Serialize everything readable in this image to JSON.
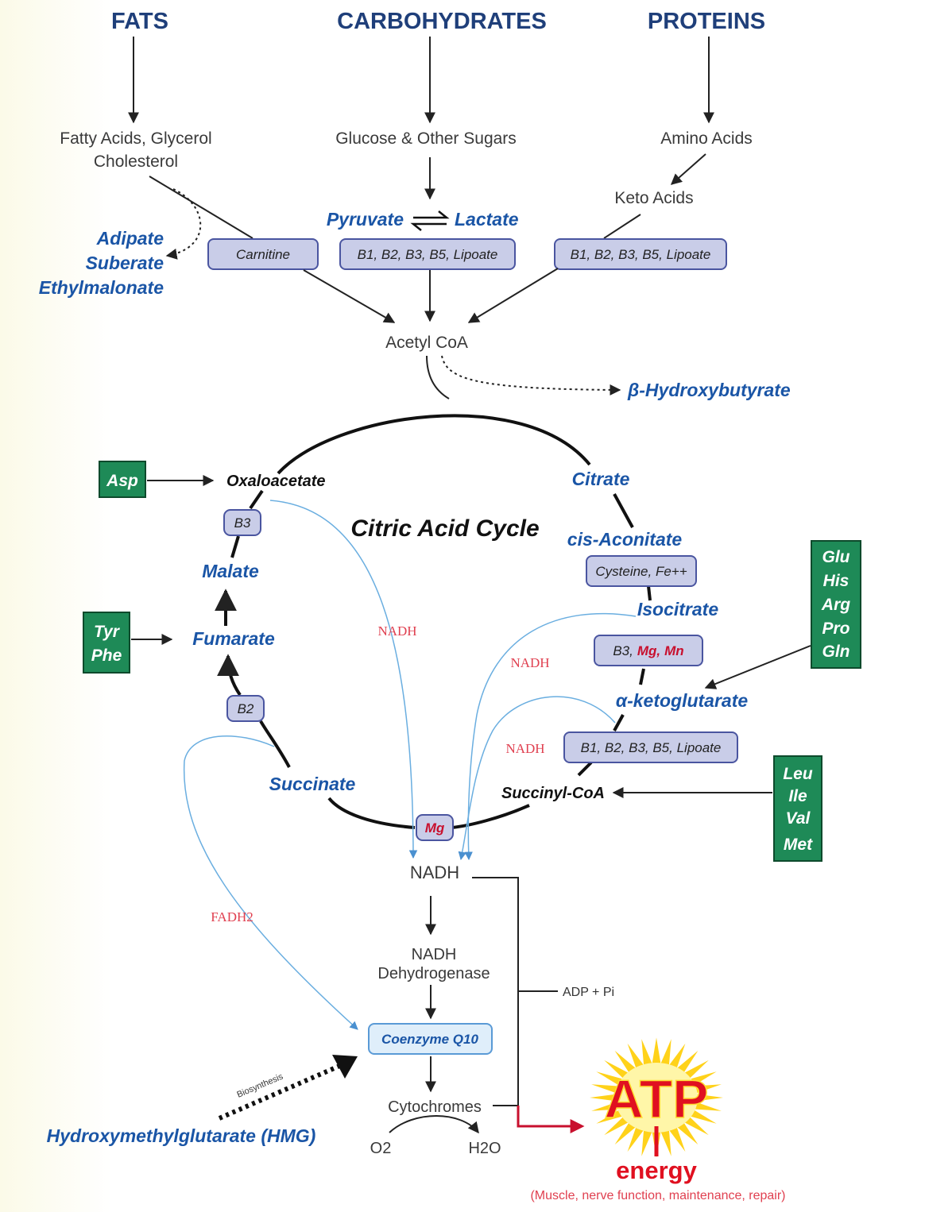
{
  "headers": {
    "fats": "FATS",
    "carbohydrates": "CARBOHYDRATES",
    "proteins": "PROTEINS"
  },
  "sources": {
    "fatty_acids_line1": "Fatty Acids, Glycerol",
    "fatty_acids_line2": "Cholesterol",
    "glucose": "Glucose & Other Sugars",
    "amino_acids": "Amino Acids",
    "keto_acids": "Keto Acids"
  },
  "organic_acids": {
    "adipate": "Adipate",
    "suberate": "Suberate",
    "ethylmalonate": "Ethylmalonate",
    "pyruvate": "Pyruvate",
    "lactate": "Lactate",
    "hydroxybutyrate": "β-Hydroxybutyrate",
    "hmg": "Hydroxymethylglutarate (HMG)"
  },
  "cofactors": {
    "carnitine": "Carnitine",
    "b_lipoate_carb": "B1, B2, B3, B5, Lipoate",
    "b_lipoate_protein": "B1, B2, B3, B5, Lipoate",
    "b3": "B3",
    "b2": "B2",
    "cysteine_fe": "Cysteine, Fe++",
    "b3_mg_mn_b3": "B3,",
    "b3_mg_mn_mg": "Mg,",
    "b3_mg_mn_mn": "Mn",
    "b_lipoate_akg": "B1, B2, B3, B5, Lipoate",
    "mg": "Mg",
    "coenzyme_q10": "Coenzyme Q10"
  },
  "acetyl_coa": "Acetyl CoA",
  "cycle": {
    "title": "Citric Acid Cycle",
    "oxaloacetate": "Oxaloacetate",
    "citrate": "Citrate",
    "cis_aconitate": "cis-Aconitate",
    "isocitrate": "Isocitrate",
    "a_ketoglutarate": "α-ketoglutarate",
    "succinyl_coa": "Succinyl-CoA",
    "succinate": "Succinate",
    "fumarate": "Fumarate",
    "malate": "Malate"
  },
  "amino_acid_inputs": {
    "asp": "Asp",
    "tyr": "Tyr",
    "phe": "Phe",
    "glu_group": [
      "Glu",
      "His",
      "Arg",
      "Pro",
      "Gln"
    ],
    "leu_group": [
      "Leu",
      "Ile",
      "Val",
      "Met"
    ]
  },
  "electron_labels": {
    "nadh_1": "NADH",
    "nadh_2": "NADH",
    "nadh_3": "NADH",
    "fadh2": "FADH2"
  },
  "etc": {
    "nadh": "NADH",
    "nadh_dehydrogenase_line1": "NADH",
    "nadh_dehydrogenase_line2": "Dehydrogenase",
    "adp_pi": "ADP + Pi",
    "biosynthesis": "Biosynthesis",
    "cytochromes": "Cytochromes",
    "o2": "O2",
    "h2o": "H2O"
  },
  "output": {
    "atp": "ATP",
    "energy": "energy",
    "energy_note": "(Muscle, nerve function, maintenance, repair)"
  },
  "colors": {
    "header_navy": "#1f3f7a",
    "acid_blue": "#1a55a6",
    "cofactor_fill": "#c9cde8",
    "amino_green": "#1e8a57",
    "nadh_red": "#e04050",
    "atp_red": "#e01020",
    "atp_sun_yellow": "#ffd21a",
    "electron_line_blue": "#6aaee0"
  }
}
